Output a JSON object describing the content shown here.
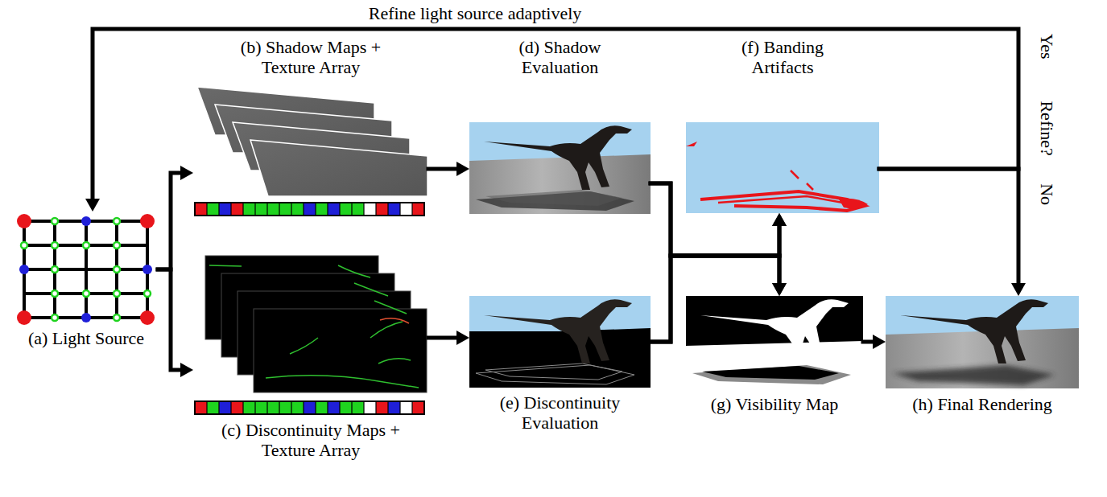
{
  "diagram": {
    "nodes": [
      {
        "text": [
          "(a) Light Source"
        ]
      },
      {
        "text": [
          "(b) Shadow Maps + Texture Array"
        ]
      },
      {
        "text": [
          "(c) Discontinuity Maps + Texture Array"
        ]
      },
      {
        "text": [
          "(d) Shadow Evaluation"
        ]
      },
      {
        "text": [
          "(e) Discontinuity Evaluation"
        ]
      },
      {
        "text": [
          "(f) Banding Artifacts"
        ]
      },
      {
        "text": [
          "(g) Visibility Map"
        ]
      },
      {
        "text": [
          "(h) Final Rendering"
        ]
      }
    ],
    "edges": [
      {
        "from": 0,
        "to": 1,
        "arrow": "to"
      },
      {
        "from": 0,
        "to": 2,
        "arrow": "to"
      },
      {
        "from": 1,
        "to": 3,
        "arrow": "to"
      },
      {
        "from": 2,
        "to": 4,
        "arrow": "to"
      },
      {
        "from": 3,
        "to": 5,
        "arrow": "to"
      },
      {
        "from": 3,
        "to": 6,
        "arrow": "to"
      },
      {
        "from": 4,
        "to": 5,
        "arrow": "to"
      },
      {
        "from": 4,
        "to": 6,
        "arrow": "to"
      },
      {
        "from": 5,
        "to": 0,
        "label": "Yes",
        "arrow": "to"
      },
      {
        "from": 5,
        "to": 7,
        "label": "No",
        "arrow": "to"
      },
      {
        "from": 6,
        "to": 7,
        "arrow": "to"
      }
    ],
    "labels": [
      "Refine light source adaptively",
      "Refine?"
    ]
  }
}
